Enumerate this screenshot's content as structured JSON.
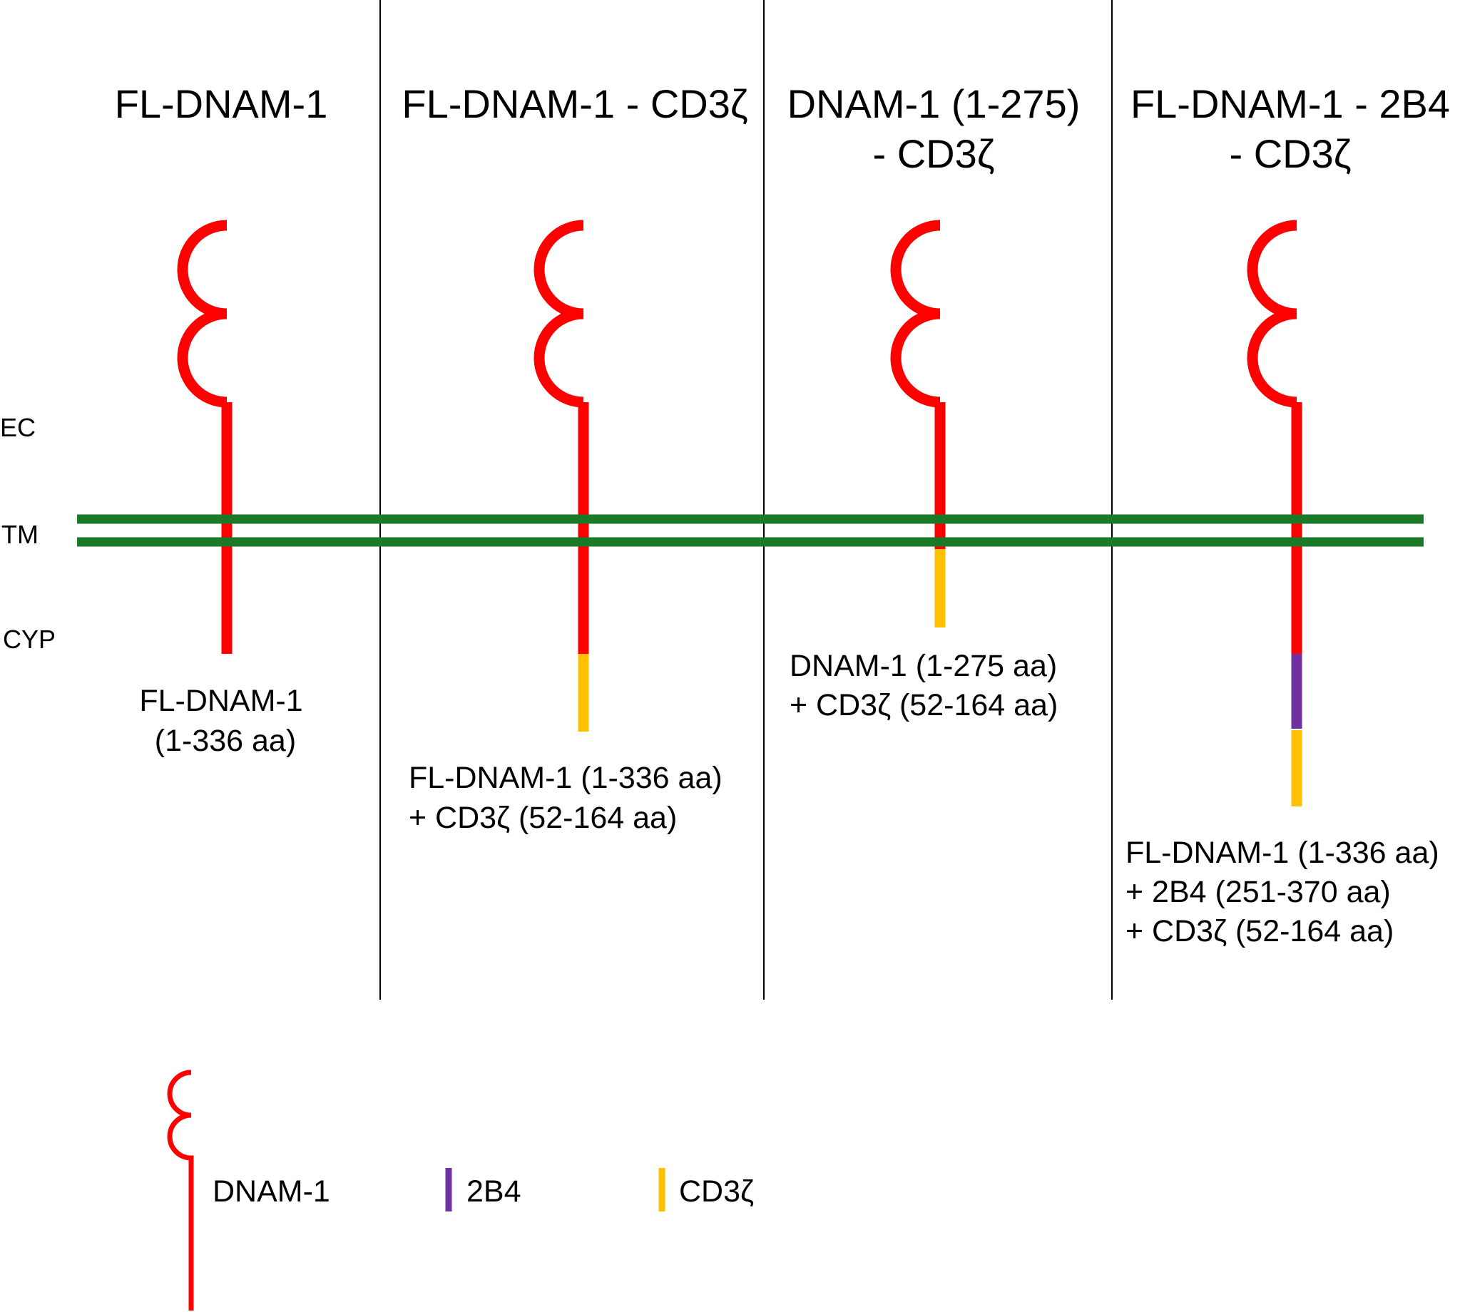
{
  "colors": {
    "dnam1": "#ff0000",
    "cd3z": "#ffc000",
    "2b4": "#7030a0",
    "membrane": "#1a7a28",
    "divider": "#000000"
  },
  "regions": {
    "ec": "EC",
    "tm": "TM",
    "cyp": "CYP"
  },
  "constructs": [
    {
      "title": [
        "FL-DNAM-1"
      ],
      "segments": [
        "dnam1"
      ],
      "description": [
        "FL-DNAM-1",
        " (1-336 aa)"
      ]
    },
    {
      "title": [
        "FL-DNAM-1 - CD3ζ"
      ],
      "segments": [
        "dnam1",
        "cd3z"
      ],
      "description": [
        "FL-DNAM-1 (1-336 aa)",
        "+ CD3ζ (52-164 aa)"
      ]
    },
    {
      "title": [
        "DNAM-1 (1-275)",
        "- CD3ζ"
      ],
      "segments": [
        "dnam1-truncated",
        "cd3z"
      ],
      "description": [
        "DNAM-1 (1-275 aa)",
        "+ CD3ζ (52-164 aa)"
      ]
    },
    {
      "title": [
        "FL-DNAM-1 - 2B4",
        "- CD3ζ"
      ],
      "segments": [
        "dnam1",
        "2b4",
        "cd3z"
      ],
      "description": [
        "FL-DNAM-1 (1-336 aa)",
        "+ 2B4 (251-370 aa)",
        "+ CD3ζ (52-164 aa)"
      ]
    }
  ],
  "legend": [
    {
      "key": "dnam1",
      "label": "DNAM-1",
      "icon": "dnam1-molecule-icon"
    },
    {
      "key": "2b4",
      "label": "2B4",
      "icon": "purple-bar-icon"
    },
    {
      "key": "cd3z",
      "label": "CD3ζ",
      "icon": "yellow-bar-icon"
    }
  ]
}
